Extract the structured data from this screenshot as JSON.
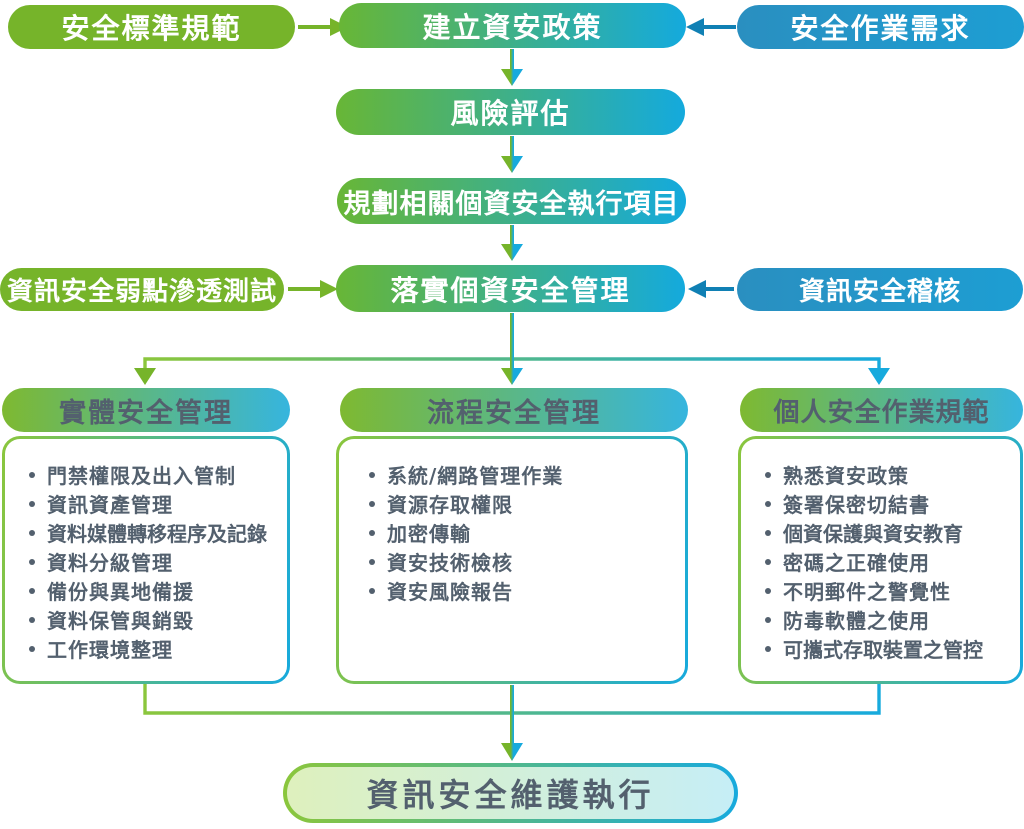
{
  "colors": {
    "green": "#76b42a",
    "greenBorder": "#8bc63c",
    "cyan": "#17aadd",
    "blue": "#2095ca",
    "blueArrow": "#1080b4",
    "slate": "#53606e",
    "finalBgStart": "#def0bd",
    "finalBgEnd": "#c6eef6"
  },
  "nodes": {
    "security_standards": "安全標準規範",
    "establish_policy": "建立資安政策",
    "operation_needs": "安全作業需求",
    "risk_assessment": "風險評估",
    "plan_items": "規劃相關個資安全執行項目",
    "implement_management": "落實個資安全管理",
    "penetration_test": "資訊安全弱點滲透測試",
    "security_audit": "資訊安全稽核",
    "final_execution": "資訊安全維護執行"
  },
  "columns": [
    {
      "title": "實體安全管理",
      "items": [
        "門禁權限及出入管制",
        "資訊資產管理",
        "資料媒體轉移程序及記錄",
        "資料分級管理",
        "備份與異地備援",
        "資料保管與銷毀",
        "工作環境整理"
      ]
    },
    {
      "title": "流程安全管理",
      "items": [
        "系統/網路管理作業",
        "資源存取權限",
        "加密傳輸",
        "資安技術檢核",
        "資安風險報告"
      ]
    },
    {
      "title": "個人安全作業規範",
      "items": [
        "熟悉資安政策",
        "簽署保密切結書",
        "個資保護與資安教育",
        "密碼之正確使用",
        "不明郵件之警覺性",
        "防毒軟體之使用",
        "可攜式存取裝置之管控"
      ]
    }
  ]
}
